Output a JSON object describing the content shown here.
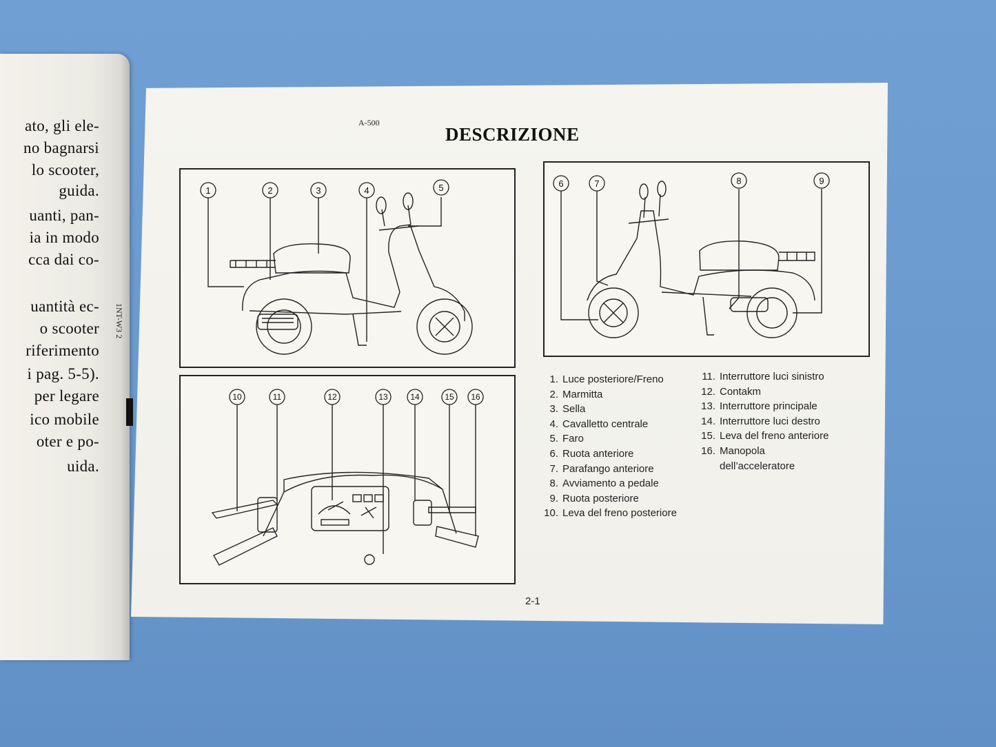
{
  "left_page": {
    "lines": [
      "ato, gli ele-",
      "no bagnarsi",
      "lo scooter,",
      "guida.",
      "uanti, pan-",
      "ia in modo",
      "cca dai co-",
      "uantità ec-",
      "o    scooter",
      "riferimento",
      "i pag. 5-5).",
      "per legare",
      "ico mobile",
      "oter e po-",
      "uida."
    ],
    "side_code": "1NT-W3 2"
  },
  "page": {
    "code": "A-500",
    "title": "DESCRIZIONE",
    "page_number": "2-1"
  },
  "figure1": {
    "callouts": [
      "1",
      "2",
      "3",
      "4",
      "5"
    ]
  },
  "figure2": {
    "callouts": [
      "6",
      "7",
      "8",
      "9"
    ]
  },
  "figure3": {
    "callouts": [
      "10",
      "11",
      "12",
      "13",
      "14",
      "15",
      "16"
    ]
  },
  "legend": {
    "left": [
      {
        "num": "1.",
        "label": "Luce posteriore/Freno"
      },
      {
        "num": "2.",
        "label": "Marmitta"
      },
      {
        "num": "3.",
        "label": "Sella"
      },
      {
        "num": "4.",
        "label": "Cavalletto centrale"
      },
      {
        "num": "5.",
        "label": "Faro"
      },
      {
        "num": "6.",
        "label": "Ruota anteriore"
      },
      {
        "num": "7.",
        "label": "Parafango anteriore"
      },
      {
        "num": "8.",
        "label": "Avviamento a pedale"
      },
      {
        "num": "9.",
        "label": "Ruota posteriore"
      },
      {
        "num": "10.",
        "label": "Leva del freno posteriore"
      }
    ],
    "right": [
      {
        "num": "11.",
        "label": "Interruttore luci sinistro"
      },
      {
        "num": "12.",
        "label": "Contakm"
      },
      {
        "num": "13.",
        "label": "Interruttore principale"
      },
      {
        "num": "14.",
        "label": "Interruttore luci destro"
      },
      {
        "num": "15.",
        "label": "Leva del freno anteriore"
      },
      {
        "num": "16.",
        "label": "Manopola"
      }
    ],
    "right_continuation": "dell’acceleratore"
  }
}
